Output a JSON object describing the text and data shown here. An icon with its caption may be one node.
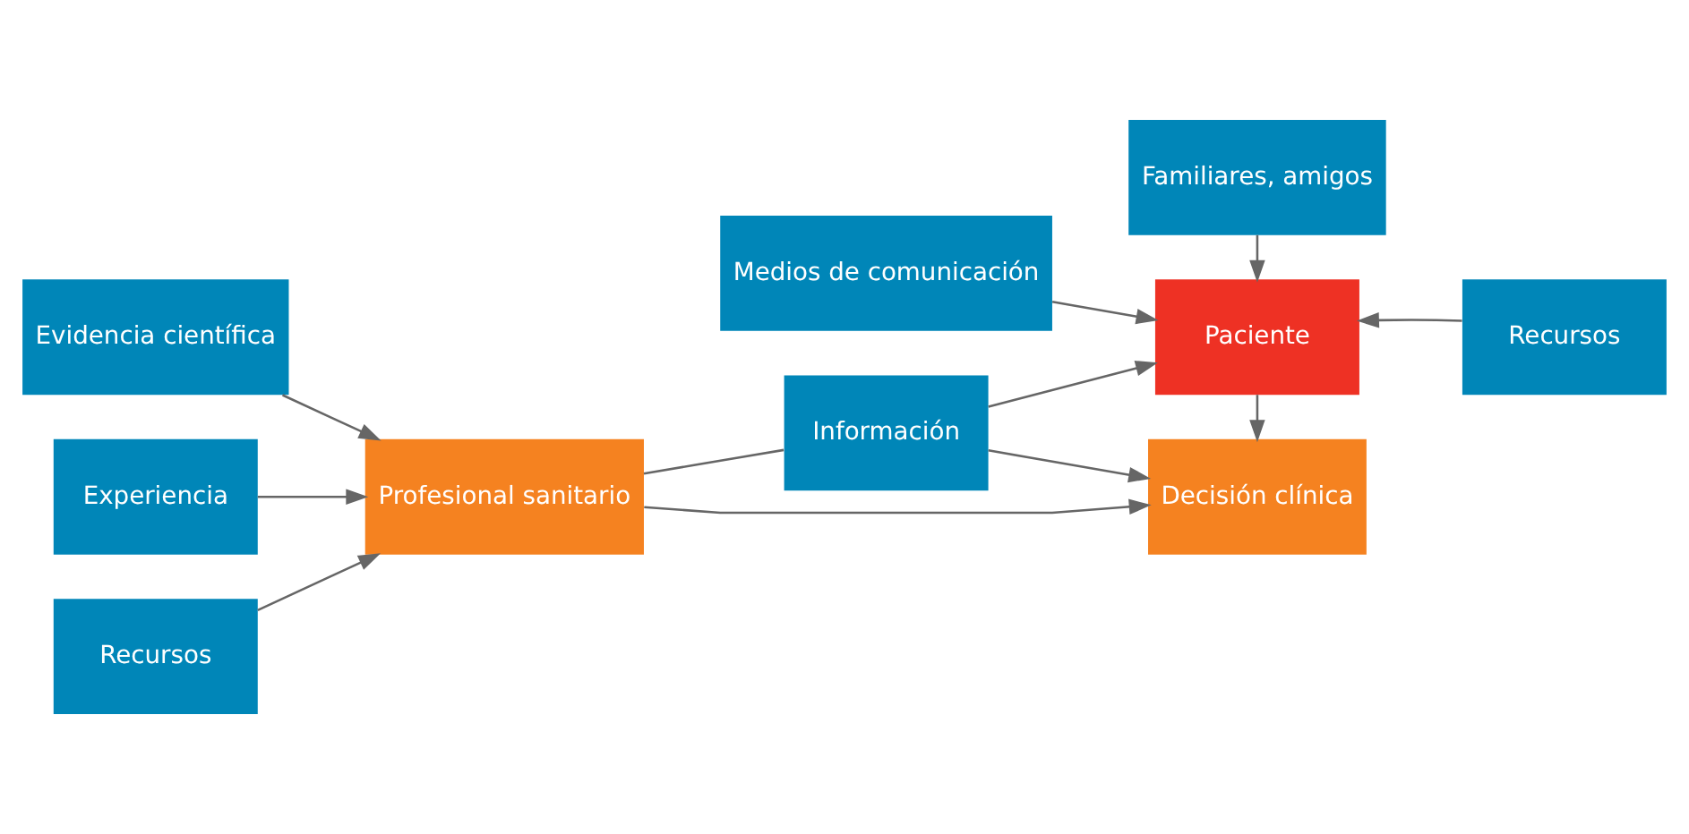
{
  "diagram": {
    "nodes": [
      {
        "text": [
          "Evidencia científica"
        ]
      },
      {
        "text": [
          "Experiencia"
        ]
      },
      {
        "text": [
          "Recursos"
        ]
      },
      {
        "text": [
          "Profesional sanitario"
        ]
      },
      {
        "text": [
          "Información"
        ]
      },
      {
        "text": [
          "Medios de comunicación"
        ]
      },
      {
        "text": [
          "Familiares, amigos"
        ]
      },
      {
        "text": [
          "Paciente"
        ]
      },
      {
        "text": [
          "Recursos"
        ]
      },
      {
        "text": [
          "Decisión clínica"
        ]
      }
    ],
    "edges": [
      {
        "from": 0,
        "to": 3,
        "arrow": "to"
      },
      {
        "from": 1,
        "to": 3,
        "arrow": "to"
      },
      {
        "from": 2,
        "to": 3,
        "arrow": "to"
      },
      {
        "from": 3,
        "to": 4,
        "arrow": "none"
      },
      {
        "from": 4,
        "to": 7,
        "arrow": "to"
      },
      {
        "from": 5,
        "to": 7,
        "arrow": "to"
      },
      {
        "from": 6,
        "to": 7,
        "arrow": "to"
      },
      {
        "from": 8,
        "to": 7,
        "arrow": "to"
      },
      {
        "from": 3,
        "to": 9,
        "arrow": "to"
      },
      {
        "from": 4,
        "to": 9,
        "arrow": "to"
      },
      {
        "from": 7,
        "to": 9,
        "arrow": "to"
      }
    ]
  }
}
